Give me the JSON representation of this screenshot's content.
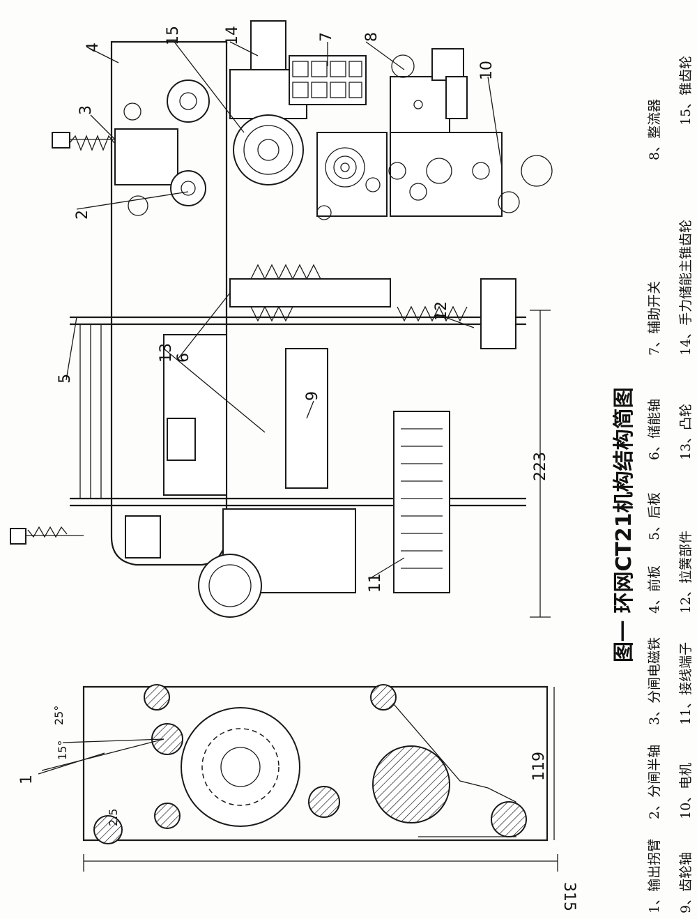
{
  "title": "图一   环网CT21机构结构简图",
  "part_labels": [
    "1",
    "2",
    "3",
    "4",
    "5",
    "6",
    "7",
    "8",
    "9",
    "10",
    "11",
    "12",
    "13",
    "14",
    "15"
  ],
  "dimensions": {
    "width_315": "315",
    "height_119": "119",
    "depth_223": "223",
    "angle_15": "15°",
    "angle_25": "25°",
    "gap_2_5": "2.5"
  },
  "legend_row1": [
    "1、输出拐臂",
    "2、分闸半轴",
    "3、分闸电磁铁",
    "4、前板",
    "5、后板",
    "6、储能轴",
    "7、辅助开关",
    "8、整流器"
  ],
  "legend_row2": [
    "9、齿轮轴",
    "10、电机",
    "11、接线端子",
    "12、拉簧部件",
    "13、凸轮",
    "14、手力储能主锥齿轮",
    "15、锥齿轮"
  ]
}
